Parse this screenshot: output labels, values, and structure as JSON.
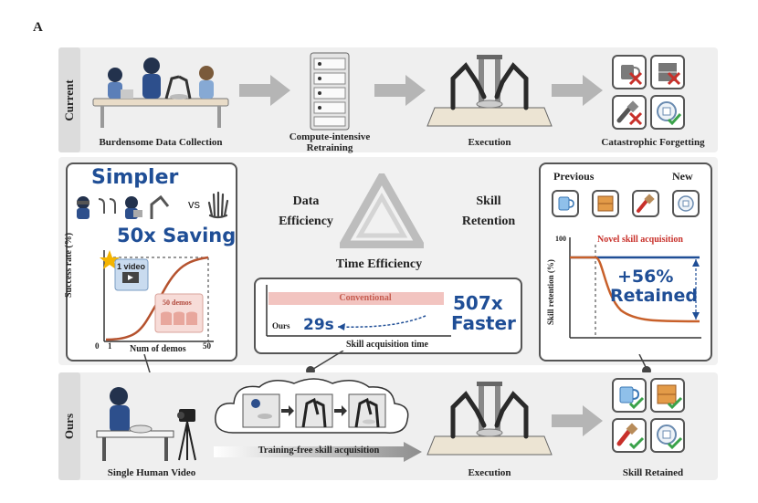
{
  "panel_letter": "A",
  "rows": {
    "current": "Current",
    "ours": "Ours"
  },
  "current_flow": {
    "data_collection": "Burdensome Data Collection",
    "retraining": "Compute-intensive Retraining",
    "execution": "Execution",
    "forgetting": "Catastrophic Forgetting"
  },
  "center": {
    "data_efficiency": "Data Efficiency",
    "skill_retention": "Skill Retention",
    "time_efficiency": "Time Efficiency"
  },
  "left_card": {
    "simpler": "Simpler",
    "vs": "vs",
    "saving": "50x Saving",
    "one_video": "1 video",
    "fifty_demos": "50 demos",
    "ylabel": "Success rate (%)",
    "xlabel": "Num of demos",
    "ticks": [
      "0",
      "1",
      "50"
    ]
  },
  "time_card": {
    "conventional": "Conventional",
    "ours": "Ours",
    "ours_time": "29s",
    "faster_value": "507x",
    "faster": "Faster",
    "xlabel": "Skill acquisition time"
  },
  "right_card": {
    "previous": "Previous",
    "new": "New",
    "y100": "100",
    "novel": "Novel skill acquisition",
    "ylabel": "Skill retention (%)",
    "gain": "+56%",
    "retained": "Retained"
  },
  "ours_flow": {
    "single_video": "Single Human Video",
    "training_free": "Training-free skill acquisition",
    "execution": "Execution",
    "skill_retained": "Skill Retained"
  },
  "colors": {
    "accent_blue": "#1f4e96",
    "conventional": "#f2c4c0",
    "red": "#c8302a",
    "check": "#3aa24a"
  }
}
